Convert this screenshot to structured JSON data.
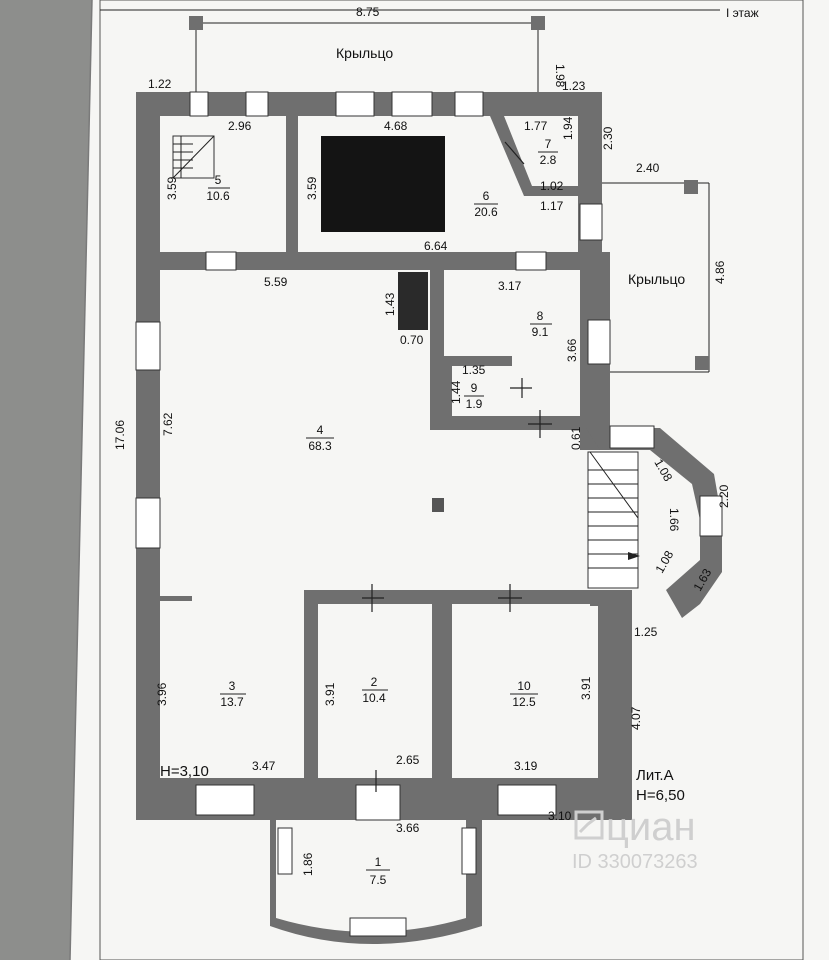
{
  "floor_label": "I этаж",
  "porch_top": {
    "label": "Крыльцо",
    "width": "8.75",
    "depth": "1.98",
    "left_offset": "1.22",
    "right_offset": "1.23"
  },
  "porch_right": {
    "label": "Крыльцо",
    "width": "2.40",
    "depth": "4.86"
  },
  "rooms": [
    {
      "number": "1",
      "area": "7.5"
    },
    {
      "number": "2",
      "area": "10.4"
    },
    {
      "number": "3",
      "area": "13.7"
    },
    {
      "number": "4",
      "area": "68.3"
    },
    {
      "number": "5",
      "area": "10.6"
    },
    {
      "number": "6",
      "area": "20.6"
    },
    {
      "number": "7",
      "area": "2.8"
    },
    {
      "number": "8",
      "area": "9.1"
    },
    {
      "number": "9",
      "area": "1.9"
    },
    {
      "number": "10",
      "area": "12.5"
    }
  ],
  "dimensions": {
    "d_2_96": "2.96",
    "d_4_68": "4.68",
    "d_1_77": "1.77",
    "d_1_94": "1.94",
    "d_2_30": "2.30",
    "d_3_59_a": "3.59",
    "d_3_59_b": "3.59",
    "d_1_02": "1.02",
    "d_1_17": "1.17",
    "d_6_64": "6.64",
    "d_5_59": "5.59",
    "d_1_43": "1.43",
    "d_0_70": "0.70",
    "d_3_17": "3.17",
    "d_3_66_a": "3.66",
    "d_1_35": "1.35",
    "d_1_44": "1.44",
    "d_17_06": "17.06",
    "d_7_62": "7.62",
    "d_0_61": "0.61",
    "d_1_08_a": "1.08",
    "d_1_66": "1.66",
    "d_2_20": "2.20",
    "d_1_08_b": "1.08",
    "d_1_63": "1.63",
    "d_1_25": "1.25",
    "d_3_96": "3.96",
    "d_3_91_a": "3.91",
    "d_3_91_b": "3.91",
    "d_4_07": "4.07",
    "d_3_47": "3.47",
    "d_2_65": "2.65",
    "d_3_19": "3.19",
    "d_3_66_b": "3.66",
    "d_3_10": "3.10",
    "d_1_86": "1.86"
  },
  "heights": {
    "left": "H=3,10",
    "right": "H=6,50"
  },
  "lit": "Лит.А",
  "watermark": {
    "logo_text": "циан",
    "id_text": "ID 330073263"
  }
}
